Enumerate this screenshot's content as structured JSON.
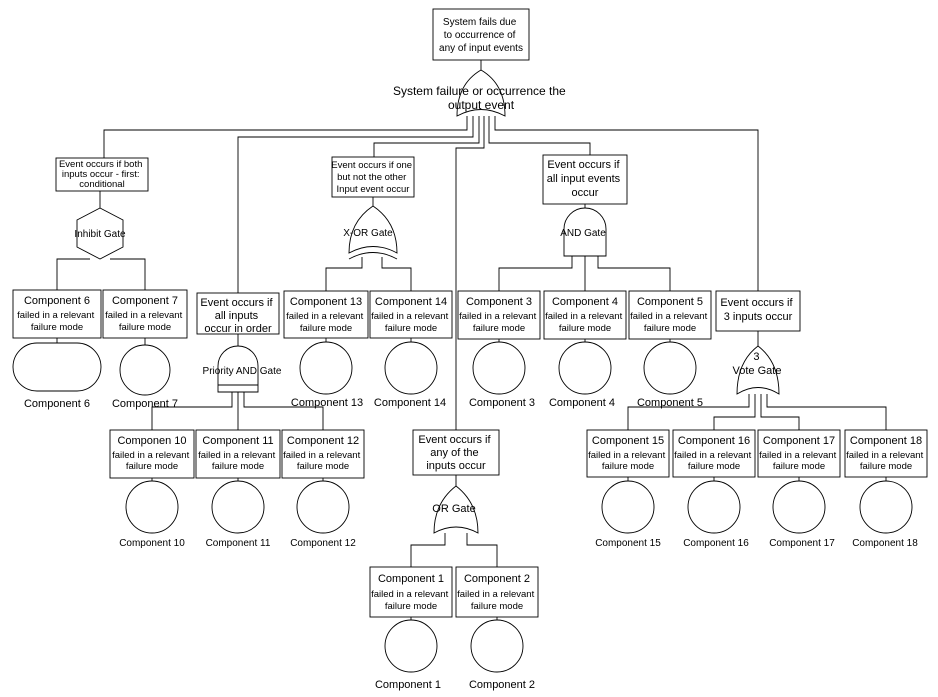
{
  "top_event": {
    "lines": [
      "System fails due",
      "to occurrence of",
      "any of input events"
    ]
  },
  "top_gate": {
    "lines": [
      "System failure or occurrence the",
      "output event"
    ]
  },
  "inhibit": {
    "box": [
      "Event occurs if both",
      "inputs occur - first:",
      "conditional"
    ],
    "gate_label": "Inhibit Gate"
  },
  "priority": {
    "box": [
      "Event occurs if",
      "all inputs",
      "occur in order"
    ],
    "gate_label": "Priority AND Gate"
  },
  "xor": {
    "box": [
      "Event occurs if one",
      "but not the other",
      "Input event occur"
    ],
    "gate_label": "X-OR Gate"
  },
  "orgate": {
    "box": [
      "Event occurs if",
      "any of the",
      "inputs occur"
    ],
    "gate_label": "OR Gate"
  },
  "andgate": {
    "box": [
      "Event occurs if",
      "all input events",
      "occur"
    ],
    "gate_label": "AND Gate"
  },
  "vote": {
    "box": [
      "Event occurs if",
      "3 inputs occur"
    ],
    "gate_label": [
      "3",
      "Vote Gate"
    ]
  },
  "components": {
    "c1": {
      "title": "Component 1",
      "desc": [
        "failed in a relevant",
        "failure mode"
      ],
      "label": "Component 1"
    },
    "c2": {
      "title": "Component 2",
      "desc": [
        "failed in a relevant",
        "failure mode"
      ],
      "label": "Component 2"
    },
    "c3": {
      "title": "Component 3",
      "desc": [
        "failed in a relevant",
        "failure mode"
      ],
      "label": "Component 3"
    },
    "c4": {
      "title": "Component 4",
      "desc": [
        "failed in a relevant",
        "failure mode"
      ],
      "label": "Component 4"
    },
    "c5": {
      "title": "Component 5",
      "desc": [
        "failed in a relevant",
        "failure mode"
      ],
      "label": "Component 5"
    },
    "c6": {
      "title": "Component 6",
      "desc": [
        "failed in a relevant",
        "failure mode"
      ],
      "label": "Component 6"
    },
    "c7": {
      "title": "Component 7",
      "desc": [
        "failed in a relevant",
        "failure mode"
      ],
      "label": "Component 7"
    },
    "c10": {
      "title": "Componen 10",
      "desc": [
        "failed in a relevant",
        "failure mode"
      ],
      "label": "Component 10"
    },
    "c11": {
      "title": "Component 11",
      "desc": [
        "failed in a relevant",
        "failure mode"
      ],
      "label": "Component 11"
    },
    "c12": {
      "title": "Component 12",
      "desc": [
        "failed in a relevant",
        "failure mode"
      ],
      "label": "Component 12"
    },
    "c13": {
      "title": "Component 13",
      "desc": [
        "failed in a relevant",
        "failure mode"
      ],
      "label": "Component 13"
    },
    "c14": {
      "title": "Component 14",
      "desc": [
        "failed in a relevant",
        "failure mode"
      ],
      "label": "Component 14"
    },
    "c15": {
      "title": "Component 15",
      "desc": [
        "failed in a relevant",
        "failure mode"
      ],
      "label": "Component 15"
    },
    "c16": {
      "title": "Component 16",
      "desc": [
        "failed in a relevant",
        "failure mode"
      ],
      "label": "Component 16"
    },
    "c17": {
      "title": "Component 17",
      "desc": [
        "failed in a relevant",
        "failure mode"
      ],
      "label": "Component 17"
    },
    "c18": {
      "title": "Component 18",
      "desc": [
        "failed in a relevant",
        "failure mode"
      ],
      "label": "Component 18"
    }
  }
}
